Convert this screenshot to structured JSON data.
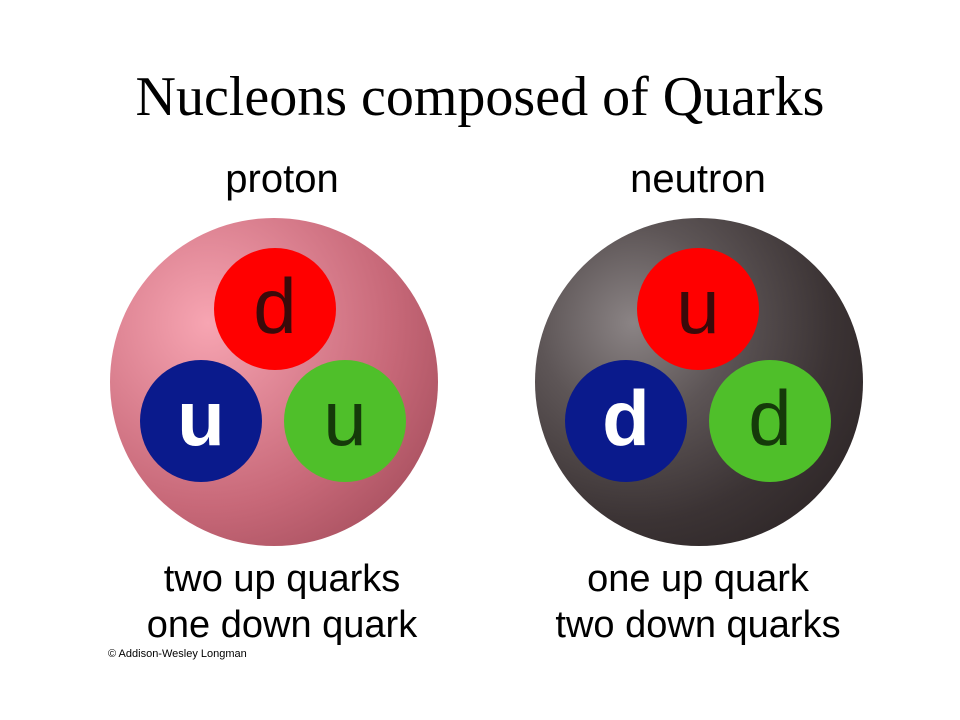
{
  "title": "Nucleons composed of Quarks",
  "proton": {
    "label": "proton",
    "quarks": [
      "d",
      "u",
      "u"
    ],
    "caption": [
      "two up quarks",
      "one down quark"
    ]
  },
  "neutron": {
    "label": "neutron",
    "quarks": [
      "u",
      "d",
      "d"
    ],
    "caption": [
      "one up quark",
      "two down quarks"
    ]
  },
  "copyright": "© Addison-Wesley Longman",
  "colors": {
    "proton_sphere": "#c76878",
    "neutron_sphere": "#3b3334",
    "quark_red": "#ff0000",
    "quark_blue": "#0a1a8c",
    "quark_green": "#4fbf2a"
  }
}
